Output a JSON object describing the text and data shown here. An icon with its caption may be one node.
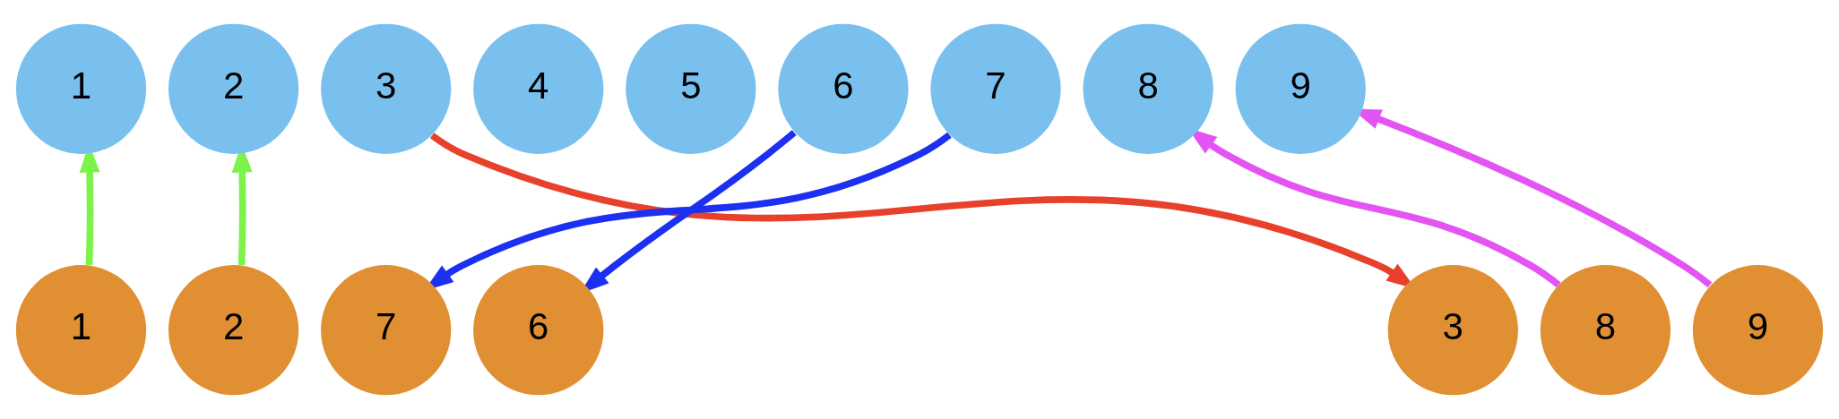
{
  "diagram": {
    "nodes": [
      {
        "text": [
          "1"
        ]
      },
      {
        "text": [
          "2"
        ]
      },
      {
        "text": [
          "3"
        ]
      },
      {
        "text": [
          "4"
        ]
      },
      {
        "text": [
          "5"
        ]
      },
      {
        "text": [
          "6"
        ]
      },
      {
        "text": [
          "7"
        ]
      },
      {
        "text": [
          "8"
        ]
      },
      {
        "text": [
          "9"
        ]
      },
      {
        "text": [
          "1"
        ]
      },
      {
        "text": [
          "2"
        ]
      },
      {
        "text": [
          "7"
        ]
      },
      {
        "text": [
          "6"
        ]
      },
      {
        "text": [
          "3"
        ]
      },
      {
        "text": [
          "8"
        ]
      },
      {
        "text": [
          "9"
        ]
      }
    ],
    "edges": [
      {
        "from": 9,
        "to": 0,
        "arrow": "to",
        "color": "#7df24b"
      },
      {
        "from": 10,
        "to": 1,
        "arrow": "to",
        "color": "#7df24b"
      },
      {
        "from": 2,
        "to": 13,
        "arrow": "to",
        "color": "#e8412b"
      },
      {
        "from": 5,
        "to": 12,
        "arrow": "to",
        "color": "#1b30f0"
      },
      {
        "from": 6,
        "to": 11,
        "arrow": "to",
        "color": "#1b30f0"
      },
      {
        "from": 14,
        "to": 7,
        "arrow": "to",
        "color": "#e454f2"
      },
      {
        "from": 15,
        "to": 8,
        "arrow": "to",
        "color": "#e454f2"
      }
    ]
  }
}
